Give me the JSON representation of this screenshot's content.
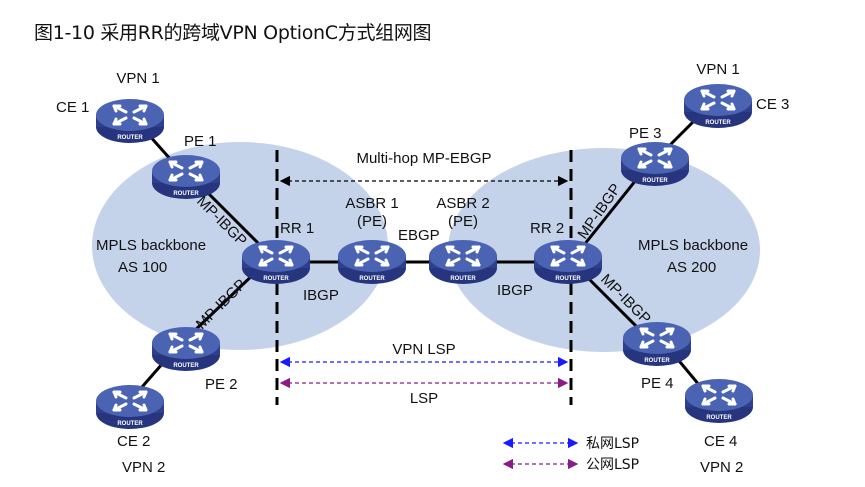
{
  "header": {
    "clipped_text": "",
    "figure_title": "图1-10 采用RR的跨域VPN OptionC方式组网图"
  },
  "colors": {
    "backbone_fill": "#c5d3ea",
    "router_top": "#4a5fae",
    "router_side": "#2e3f8c",
    "link": "#000000",
    "vpn_lsp": "#1a1aff",
    "lsp": "#8b1a8b"
  },
  "areas": [
    {
      "id": "as100",
      "line1": "MPLS backbone",
      "line2": "AS 100"
    },
    {
      "id": "as200",
      "line1": "MPLS backbone",
      "line2": "AS 200"
    }
  ],
  "router_badge": "ROUTER",
  "nodes": {
    "ce1": {
      "label": "CE 1",
      "group": "VPN 1"
    },
    "pe1": {
      "label": "PE 1"
    },
    "pe2": {
      "label": "PE 2"
    },
    "ce2": {
      "label": "CE 2",
      "group": "VPN 2"
    },
    "rr1": {
      "label": "RR 1"
    },
    "asbr1": {
      "label": "ASBR 1",
      "sub": "(PE)"
    },
    "asbr2": {
      "label": "ASBR 2",
      "sub": "(PE)"
    },
    "rr2": {
      "label": "RR 2"
    },
    "pe3": {
      "label": "PE 3"
    },
    "ce3": {
      "label": "CE 3",
      "group": "VPN 1"
    },
    "pe4": {
      "label": "PE 4"
    },
    "ce4": {
      "label": "CE 4",
      "group": "VPN 2"
    }
  },
  "links": {
    "pe1_rr1": "MP-IBGP",
    "pe2_rr1": "MP-IBGP",
    "rr2_pe3": "MP-IBGP",
    "rr2_pe4": "MP-IBGP",
    "rr1_asbr1": "IBGP",
    "asbr1_asbr2": "EBGP",
    "asbr2_rr2": "IBGP"
  },
  "spans": {
    "multihop": "Multi-hop MP-EBGP",
    "vpn_lsp": "VPN LSP",
    "lsp": "LSP"
  },
  "legend": [
    {
      "label": "私网LSP",
      "color_key": "vpn_lsp"
    },
    {
      "label": "公网LSP",
      "color_key": "lsp"
    }
  ]
}
